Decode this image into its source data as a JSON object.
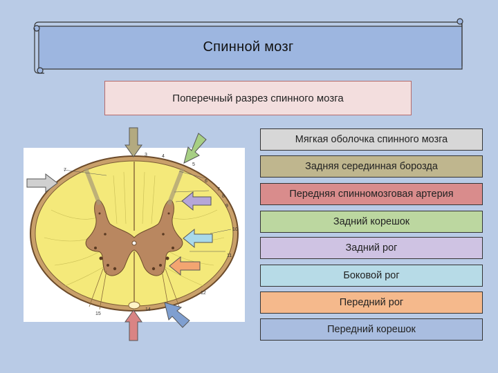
{
  "title": "Спинной мозг",
  "subtitle": "Поперечный разрез спинного мозга",
  "labels": [
    {
      "text": "Мягкая оболочка спинного мозга",
      "color": "#d7d7d7"
    },
    {
      "text": "Задняя серединная борозда",
      "color": "#bfb68e"
    },
    {
      "text": "Передняя спинномозговая артерия",
      "color": "#d98c8c"
    },
    {
      "text": "Задний корешок",
      "color": "#bcd7a0"
    },
    {
      "text": "Задний рог",
      "color": "#cfc3e3"
    },
    {
      "text": "Боковой рог",
      "color": "#b7dbe7"
    },
    {
      "text": "Передний рог",
      "color": "#f5b98c"
    },
    {
      "text": "Передний корешок",
      "color": "#a9bde0"
    }
  ],
  "diagram_numbers": [
    "3",
    "4",
    "5",
    "6",
    "7",
    "7",
    "8",
    "9",
    "10",
    "11",
    "12",
    "14",
    "15"
  ],
  "arrow_colors": {
    "grey": "#d0d0d0",
    "olive": "#b3aa80",
    "green": "#a7cf84",
    "purple": "#b5a6d8",
    "cyan": "#a9d9ea",
    "orange": "#f3a571",
    "red": "#d98484",
    "blue": "#7f9fd0"
  }
}
